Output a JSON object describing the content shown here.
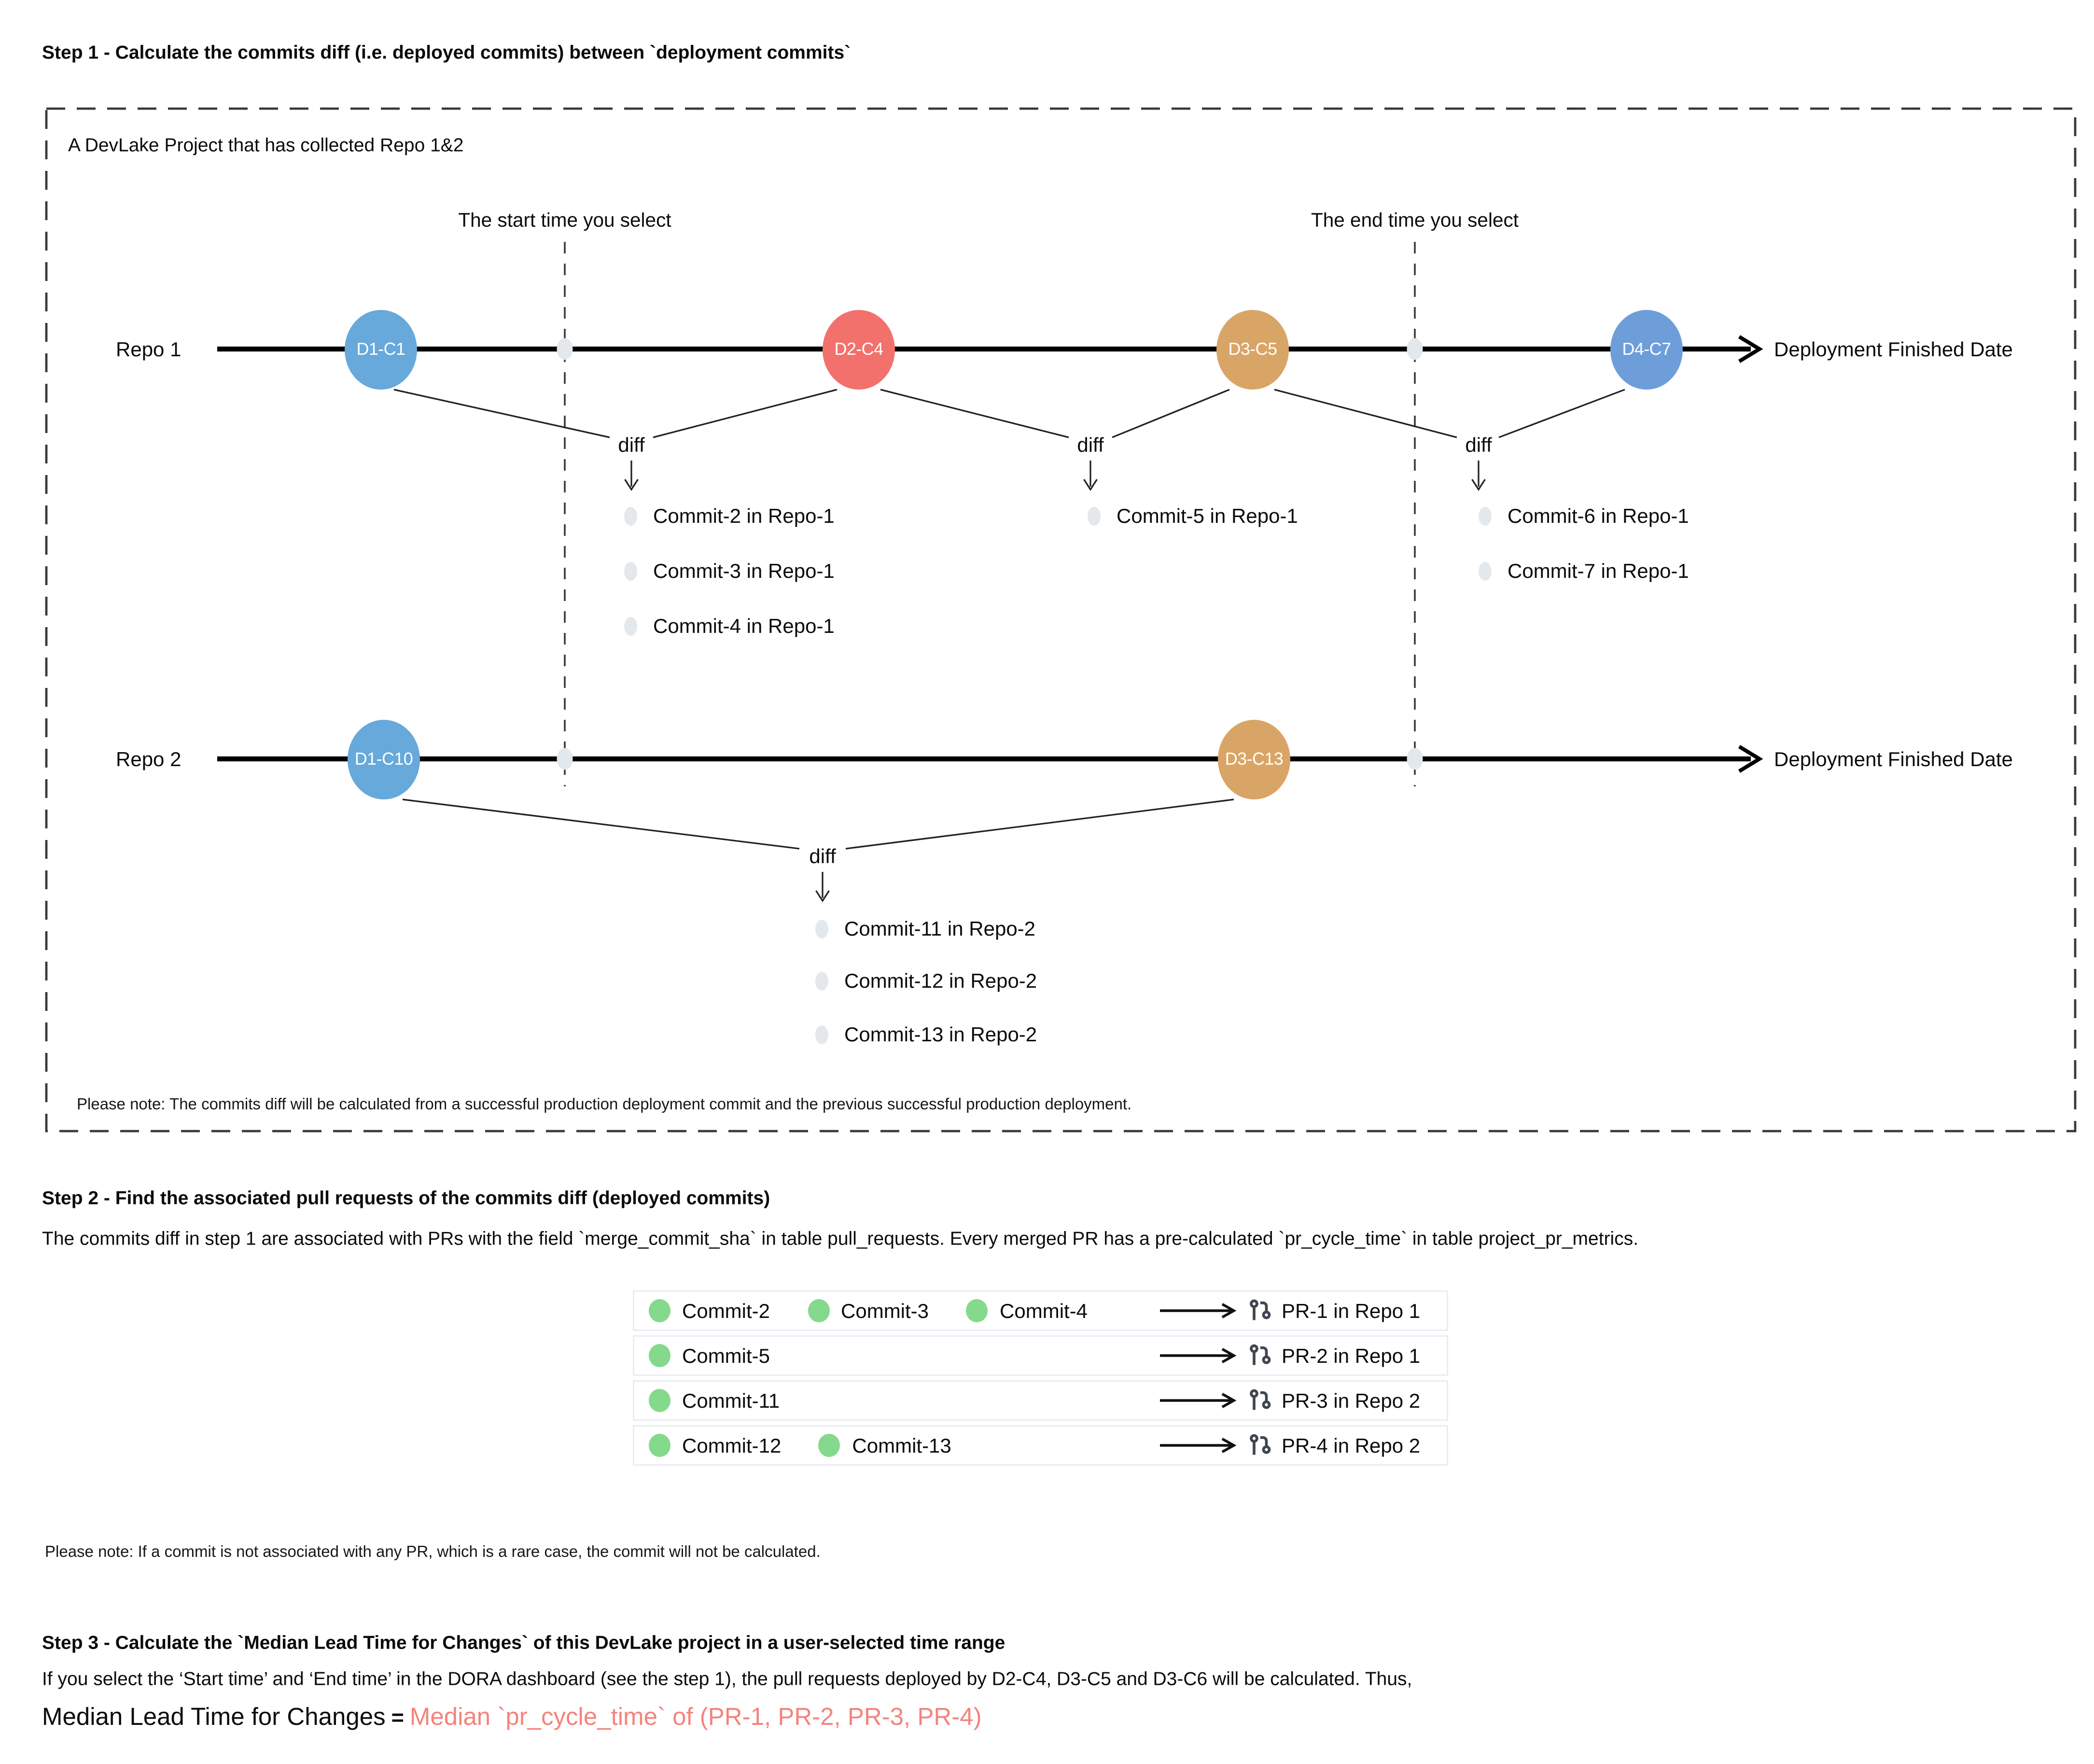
{
  "step1": {
    "title": "Step 1 - Calculate the commits diff (i.e. deployed commits) between `deployment commits`",
    "box": {
      "project_label": "A DevLake Project that has collected Repo 1&2",
      "start_time_label": "The start time you select",
      "end_time_label": "The end time you select",
      "deployment_finished_label": "Deployment Finished Date",
      "diff_label": "diff",
      "note": "Please note: The commits diff will be calculated from a successful production deployment commit and the previous successful production deployment.",
      "repo1": {
        "label": "Repo 1",
        "deployments": [
          {
            "label": "D1-C1",
            "color": "#66a9da"
          },
          {
            "label": "D2-C4",
            "color": "#f2716d"
          },
          {
            "label": "D3-C5",
            "color": "#d9a566"
          },
          {
            "label": "D4-C7",
            "color": "#6d9ed9"
          }
        ]
      },
      "repo2": {
        "label": "Repo 2",
        "deployments": [
          {
            "label": "D1-C10",
            "color": "#66a9da"
          },
          {
            "label": "D3-C13",
            "color": "#d9a566"
          }
        ]
      },
      "diffs": [
        {
          "commits": [
            "Commit-2 in Repo-1",
            "Commit-3 in Repo-1",
            "Commit-4 in Repo-1"
          ]
        },
        {
          "commits": [
            "Commit-5 in Repo-1"
          ]
        },
        {
          "commits": [
            "Commit-6 in Repo-1",
            "Commit-7 in Repo-1"
          ]
        },
        {
          "commits": [
            "Commit-11 in Repo-2",
            "Commit-12 in Repo-2",
            "Commit-13 in Repo-2"
          ]
        }
      ]
    }
  },
  "step2": {
    "title": "Step 2 - Find the associated pull requests of the commits diff (deployed commits)",
    "body": "The commits diff in step 1 are associated with PRs with the field `merge_commit_sha` in table pull_requests. Every merged PR has a pre-calculated `pr_cycle_time` in table project_pr_metrics.",
    "note": "Please note: If a commit is not associated with any PR, which is a rare case, the commit will not be calculated.",
    "table": {
      "rows": [
        {
          "commits": [
            "Commit-2",
            "Commit-3",
            "Commit-4"
          ],
          "pr": "PR-1 in Repo 1"
        },
        {
          "commits": [
            "Commit-5"
          ],
          "pr": "PR-2 in Repo 1"
        },
        {
          "commits": [
            "Commit-11"
          ],
          "pr": "PR-3 in Repo 2"
        },
        {
          "commits": [
            "Commit-12",
            "Commit-13"
          ],
          "pr": "PR-4 in Repo 2"
        }
      ]
    }
  },
  "step3": {
    "title": "Step 3 - Calculate the `Median Lead Time for Changes` of this DevLake project in a user-selected time range",
    "body": "If you select the ‘Start time’ and ‘End time’ in the DORA dashboard (see the step 1), the pull requests deployed by D2-C4, D3-C5 and D3-C6 will be calculated. Thus,",
    "formula": {
      "lhs": "Median Lead Time for Changes",
      "equals": "=",
      "rhs": "Median `pr_cycle_time` of (PR-1, PR-2, PR-3, PR-4)",
      "rhs_color": "#f4837d"
    }
  },
  "colors": {
    "deployed_commit_dot": "#85d98c",
    "diff_commit_dot": "#e3e8ec",
    "timeline": "#000000",
    "table_border": "#e9edf2",
    "pr_icon": "#40464f",
    "formula_highlight": "#f4837d"
  }
}
